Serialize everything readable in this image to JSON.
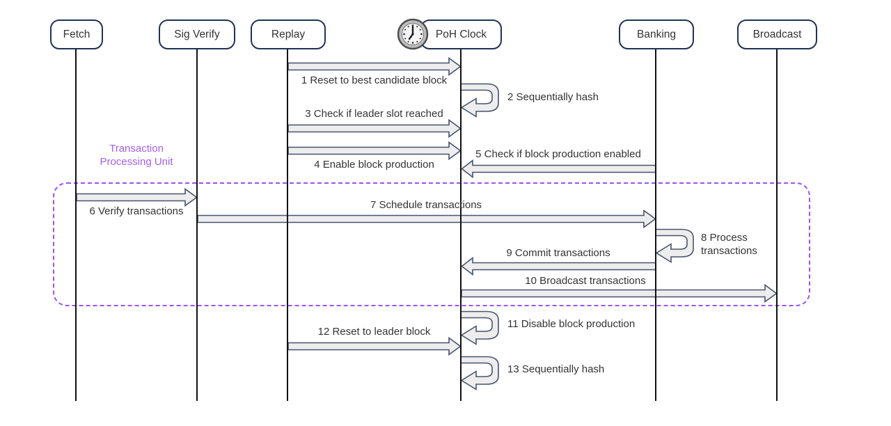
{
  "diagram": {
    "type": "sequence",
    "note": {
      "line1": "Transaction",
      "line2": "Processing Unit"
    },
    "actors": [
      {
        "name": "Fetch"
      },
      {
        "name": "Sig Verify"
      },
      {
        "name": "Replay"
      },
      {
        "name": "PoH Clock",
        "icon": "clock-icon"
      },
      {
        "name": "Banking"
      },
      {
        "name": "Broadcast"
      }
    ],
    "messages": [
      {
        "label": "1 Reset to best candidate block",
        "from": "Replay",
        "to": "PoH Clock",
        "kind": "arrow-right"
      },
      {
        "label": "2 Sequentially hash",
        "from": "PoH Clock",
        "to": "PoH Clock",
        "kind": "self-loop"
      },
      {
        "label": "3 Check if leader slot reached",
        "from": "Replay",
        "to": "PoH Clock",
        "kind": "arrow-right"
      },
      {
        "label": "4 Enable block production",
        "from": "Replay",
        "to": "PoH Clock",
        "kind": "arrow-right"
      },
      {
        "label": "5 Check if block production enabled",
        "from": "Banking",
        "to": "PoH Clock",
        "kind": "arrow-left"
      },
      {
        "label": "6 Verify transactions",
        "from": "Fetch",
        "to": "Sig Verify",
        "kind": "arrow-right"
      },
      {
        "label": "7 Schedule transactions",
        "from": "Sig Verify",
        "to": "Banking",
        "kind": "arrow-right"
      },
      {
        "label": "8 Process transactions",
        "from": "Banking",
        "to": "Banking",
        "kind": "self-loop"
      },
      {
        "label": "9 Commit transactions",
        "from": "Banking",
        "to": "PoH Clock",
        "kind": "arrow-left"
      },
      {
        "label": "10 Broadcast transactions",
        "from": "PoH Clock",
        "to": "Broadcast",
        "kind": "arrow-right"
      },
      {
        "label": "11 Disable block production",
        "from": "PoH Clock",
        "to": "PoH Clock",
        "kind": "self-loop"
      },
      {
        "label": "12 Reset to leader block",
        "from": "Replay",
        "to": "PoH Clock",
        "kind": "arrow-right"
      },
      {
        "label": "13 Sequentially hash",
        "from": "PoH Clock",
        "to": "PoH Clock",
        "kind": "self-loop"
      }
    ],
    "colors": {
      "actor_border": "#1f3256",
      "arrow_fill": "#ededed",
      "arrow_stroke": "#46536e",
      "lifeline": "#101010",
      "label_text": "#333333",
      "note_purple": "#a55ef2",
      "boundary_purple": "#9a52f5",
      "background": "#ffffff"
    }
  }
}
